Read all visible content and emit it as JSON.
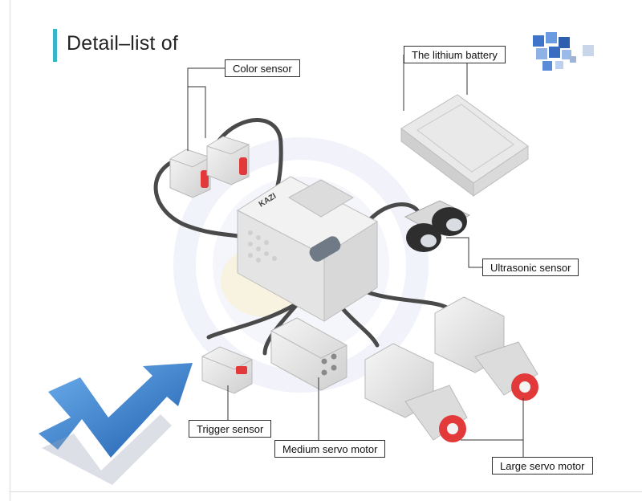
{
  "header": {
    "title": "Detail–list of"
  },
  "labels": {
    "color_sensor": "Color sensor",
    "lithium_battery": "The lithium battery",
    "ultrasonic_sensor": "Ultrasonic sensor",
    "trigger_sensor": "Trigger sensor",
    "medium_servo_motor": "Medium servo motor",
    "large_servo_motor": "Large servo motor"
  },
  "brick": {
    "logo": "KAZI"
  },
  "colors": {
    "accent": "#35b6c9",
    "leader_line": "#333333",
    "cable": "#4a4a4a",
    "hub_red": "#e23a3a",
    "arrow_blue": "#2f7fd1"
  }
}
